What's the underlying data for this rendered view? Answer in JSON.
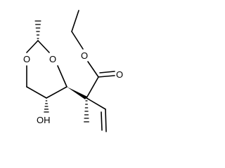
{
  "molecule": {
    "atoms": {
      "o_ester": "O",
      "o_carbonyl": "O",
      "o_ring_left": "O",
      "o_ring_right": "O",
      "hydroxyl": "OH"
    }
  }
}
